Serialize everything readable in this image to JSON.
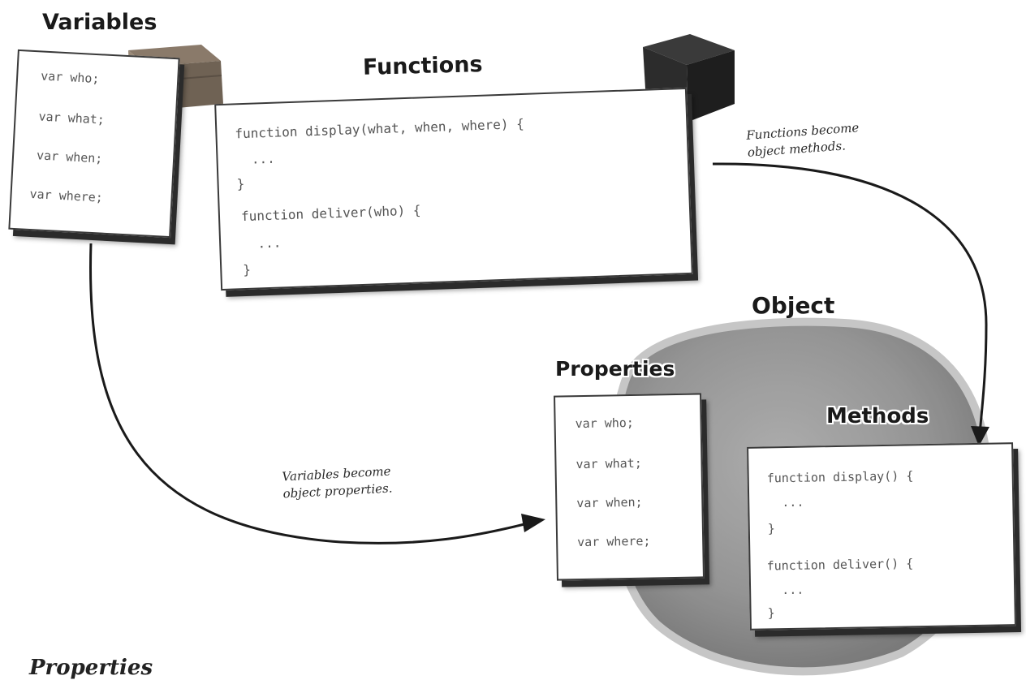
{
  "headings": {
    "variables": "Variables",
    "functions": "Functions",
    "object": "Object",
    "properties": "Properties",
    "methods": "Methods"
  },
  "variables_box": {
    "lines": [
      "var who;",
      "var what;",
      "var when;",
      "var where;"
    ]
  },
  "functions_box": {
    "lines": [
      "function display(what, when, where) {",
      "  ...",
      "}",
      "function deliver(who) {",
      "  ...",
      "}"
    ]
  },
  "properties_box": {
    "lines": [
      "var who;",
      "var what;",
      "var when;",
      "var where;"
    ]
  },
  "methods_box": {
    "lines": [
      "function display() {",
      "  ...",
      "}",
      "function deliver() {",
      "  ...",
      "}"
    ]
  },
  "notes": {
    "functions_note": [
      "Functions become",
      "object methods."
    ],
    "variables_note": [
      "Variables become",
      "object properties."
    ]
  },
  "bottom_text": "Properties",
  "colors": {
    "object_blob": "#8f8f8f",
    "object_blob_edge": "#b9b9b9",
    "arrow": "#1a1a1a",
    "code_text": "#555555"
  },
  "icons": {
    "variables_box_icon": "open-wooden-crate-icon",
    "functions_box_icon": "closed-black-box-icon"
  }
}
